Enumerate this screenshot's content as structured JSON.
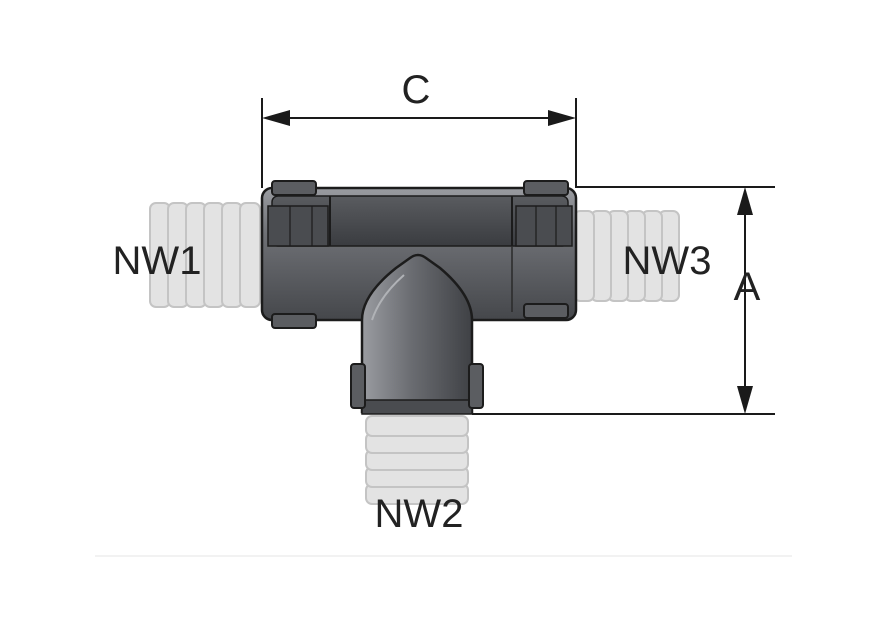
{
  "labels": {
    "dimension_c": "C",
    "dimension_a": "A",
    "port_left": "NW1",
    "port_right": "NW3",
    "port_bottom": "NW2"
  },
  "colors": {
    "fitting_body": "#6e7075",
    "fitting_dark": "#3f4145",
    "fitting_light": "#9a9ca1",
    "outline": "#1c1c1c",
    "conduit_fill": "#e3e3e3",
    "conduit_stroke": "#c4c4c4",
    "dimension_line": "#1a1a1a",
    "text": "#222222",
    "separator": "#eeeeee"
  },
  "icons": {
    "fitting": "t-piece-fitting",
    "conduit": "corrugated-conduit"
  }
}
